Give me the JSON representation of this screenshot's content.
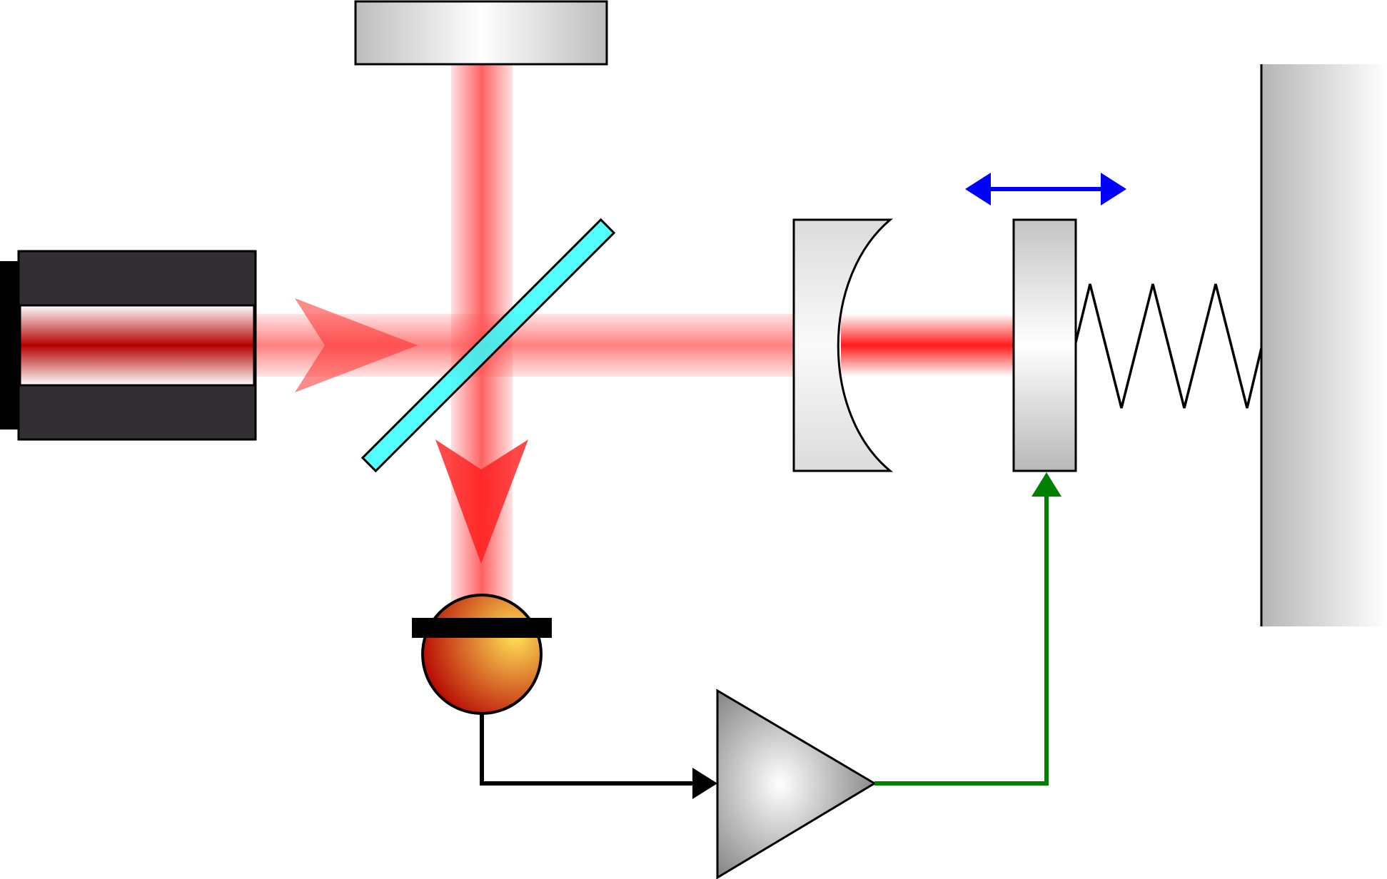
{
  "diagram": {
    "components": [
      {
        "id": "laser",
        "icon": "laser-source-icon"
      },
      {
        "id": "reference-mirror",
        "icon": "flat-mirror-icon"
      },
      {
        "id": "beam-splitter",
        "icon": "beam-splitter-icon"
      },
      {
        "id": "concave-mirror",
        "icon": "curved-mirror-icon"
      },
      {
        "id": "movable-mirror",
        "icon": "movable-mirror-icon"
      },
      {
        "id": "spring",
        "icon": "spring-icon"
      },
      {
        "id": "wall",
        "icon": "wall-icon"
      },
      {
        "id": "photodetector",
        "icon": "photodiode-icon"
      },
      {
        "id": "amplifier",
        "icon": "amplifier-icon"
      }
    ],
    "colors": {
      "laser_beam": "#ff1a1a",
      "laser_core": "#b30000",
      "laser_body": "#322e34",
      "beam_splitter": "#33ffff",
      "motion_arrow": "#0000ff",
      "feedback_line": "#008000",
      "signal_line": "#000000",
      "metal_dark": "#bdbdbd",
      "metal_light": "#ffffff",
      "detector_hot": "#ffe055",
      "detector_cold": "#b30000"
    }
  }
}
